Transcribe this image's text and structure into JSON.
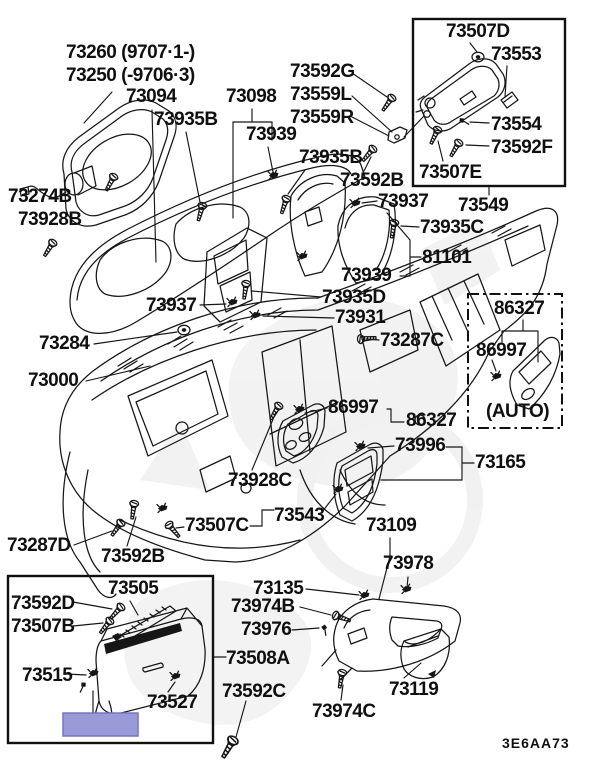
{
  "labels": [
    "73260 (9707·1-)",
    "73250 (-9706·3)",
    "73094",
    "73935B",
    "73098",
    "73939",
    "73592G",
    "73559L",
    "73559R",
    "73507D",
    "73553",
    "73554",
    "73592F",
    "73507E",
    "73549",
    "73935B",
    "73592B",
    "73937",
    "73935C",
    "81101",
    "73939",
    "73274B",
    "73928B",
    "73937",
    "73935D",
    "73931",
    "73287C",
    "73284",
    "73000",
    "86327",
    "86997",
    "(AUTO)",
    "86997",
    "86327",
    "73996",
    "73165",
    "73928C",
    "73543",
    "73507C",
    "73287D",
    "73592B",
    "73109",
    "73978",
    "73505",
    "73592D",
    "73507B",
    "73515",
    "73527",
    "73508A",
    "73592C",
    "73135",
    "73974B",
    "73976",
    "73119",
    "73974C"
  ],
  "diagram_code": "3E6AA73",
  "highlight": {
    "fill": "#9b9ad8",
    "border": "#7674c6"
  },
  "line_color": "#161616",
  "background": "#ffffff"
}
